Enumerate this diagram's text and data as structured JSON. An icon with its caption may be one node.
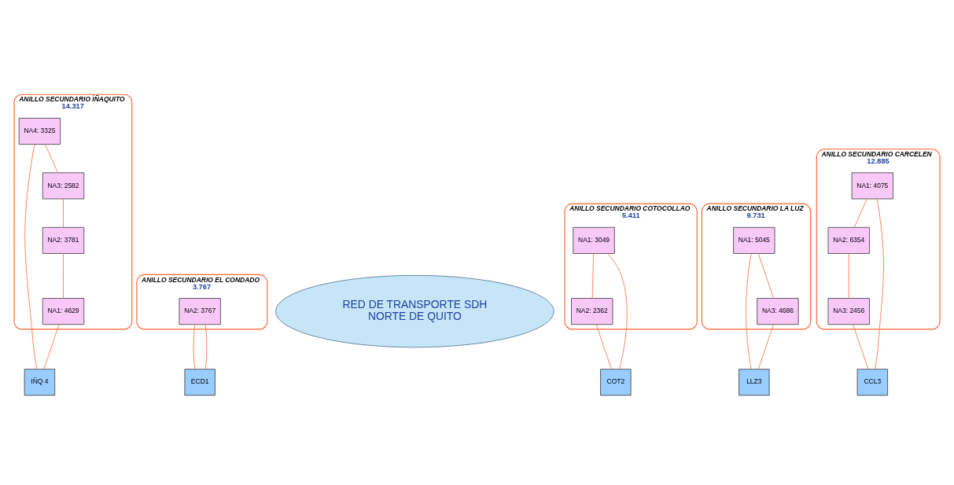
{
  "diagram": {
    "nodes": [
      {
        "text": [
          "RED DE TRANSPORTE SDH",
          "NORTE DE QUITO"
        ]
      },
      {
        "text": [
          "ANILLO SECUNDARIO ÌÑAQUITO",
          "14.317"
        ]
      },
      {
        "text": [
          "NA3: 2582"
        ],
        "in": 1
      },
      {
        "text": [
          "NA2: 3781"
        ],
        "in": 1
      },
      {
        "text": [
          "NA4: 3325"
        ],
        "in": 1
      },
      {
        "text": [
          "NA1: 4629"
        ],
        "in": 1
      },
      {
        "text": [
          "IÑQ 4"
        ]
      },
      {
        "text": [
          "ANILLO SECUNDARIO EL CONDADO",
          "3.767"
        ]
      },
      {
        "text": [
          "NA2: 3767"
        ],
        "in": 7
      },
      {
        "text": [
          "ECD1"
        ]
      },
      {
        "text": [
          "ANILLO SECUNDARIO COTOCOLLAO",
          "5.411"
        ]
      },
      {
        "text": [
          "NA1: 3049"
        ],
        "in": 10
      },
      {
        "text": [
          "COT2"
        ]
      },
      {
        "text": [
          "NA2: 2362"
        ],
        "in": 10
      },
      {
        "text": [
          "LLZ3"
        ]
      },
      {
        "text": [
          "CCL3"
        ]
      },
      {
        "text": [
          "ANILLO SECUNDARIO LA LUZ",
          "9.731"
        ]
      },
      {
        "text": [
          "NA3: 4686"
        ],
        "in": 16
      },
      {
        "text": [
          "NA1: 5045"
        ],
        "in": 16
      },
      {
        "text": [
          "ANILLO SECUNDARIO CARCELEN",
          "12.885"
        ]
      },
      {
        "text": [
          "NA3: 2456"
        ],
        "in": 19
      },
      {
        "text": [
          "NA1: 4075"
        ],
        "in": 19
      },
      {
        "text": [
          "NA2: 6354"
        ],
        "in": 19
      }
    ],
    "edges": [
      {
        "from": 2,
        "to": 3,
        "arrow": "none"
      },
      {
        "from": 3,
        "to": 5,
        "arrow": "none"
      },
      {
        "from": 5,
        "to": 6,
        "arrow": "none"
      },
      {
        "from": 6,
        "to": 4,
        "arrow": "none"
      },
      {
        "from": 4,
        "to": 2,
        "arrow": "none"
      },
      {
        "from": 8,
        "to": 9,
        "arrow": "none"
      },
      {
        "from": 8,
        "to": 9,
        "arrow": "none"
      },
      {
        "from": 11,
        "to": 13,
        "arrow": "none"
      },
      {
        "from": 13,
        "to": 12,
        "arrow": "none"
      },
      {
        "from": 12,
        "to": 11,
        "arrow": "none"
      },
      {
        "from": 14,
        "to": 18,
        "arrow": "none"
      },
      {
        "from": 18,
        "to": 17,
        "arrow": "none"
      },
      {
        "from": 17,
        "to": 14,
        "arrow": "none"
      },
      {
        "from": 15,
        "to": 21,
        "arrow": "none"
      },
      {
        "from": 21,
        "to": 22,
        "arrow": "none"
      },
      {
        "from": 22,
        "to": 20,
        "arrow": "none"
      },
      {
        "from": 20,
        "to": 15,
        "arrow": "none"
      }
    ]
  }
}
